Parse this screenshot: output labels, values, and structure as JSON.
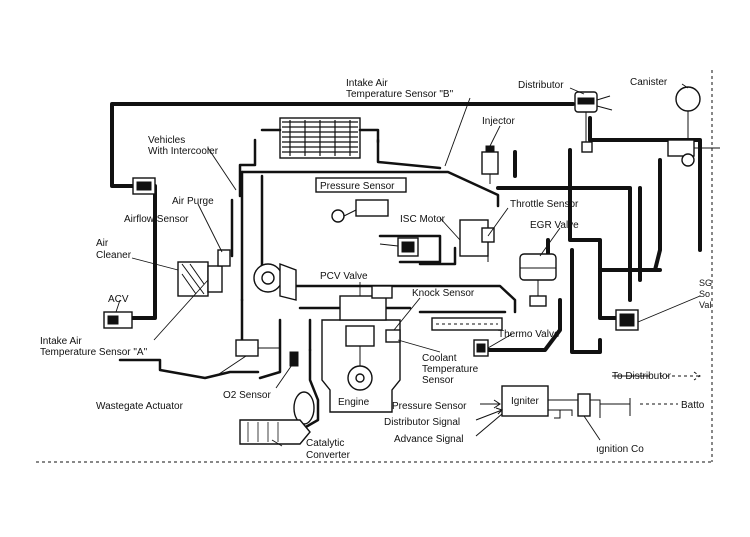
{
  "labels": {
    "intake_air_temp_b_1": "Intake Air",
    "intake_air_temp_b_2": "Temperature Sensor \"B\"",
    "distributor": "Distributor",
    "canister": "Canister",
    "injector": "Injector",
    "vehicles_1": "Vehicles",
    "vehicles_2": "With Intercooler",
    "pressure_sensor_box": "Pressure Sensor",
    "air_purge": "Air Purge",
    "airflow_sensor": "Airflow Sensor",
    "throttle_sensor": "Throttle Sensor",
    "isc_motor": "ISC Motor",
    "egr_valve": "EGR Valve",
    "air_cleaner_1": "Air",
    "air_cleaner_2": "Cleaner",
    "sg_1": "SG",
    "sg_2": "So",
    "sg_3": "Val",
    "pcv_valve": "PCV Valve",
    "knock_sensor": "Knock Sensor",
    "acv": "ACV",
    "thermo_valve": "Thermo Valve",
    "intake_air_temp_a_1": "Intake Air",
    "intake_air_temp_a_2": "Temperature Sensor \"A\"",
    "coolant_1": "Coolant",
    "coolant_2": "Temperature",
    "coolant_3": "Sensor",
    "o2_sensor": "O2 Sensor",
    "to_distributor": "To Distributor",
    "wastegate_actuator": "Wastegate Actuator",
    "engine": "Engine",
    "pressure_sensor_signal": "Pressure Sensor",
    "igniter": "Igniter",
    "battery": "Batto",
    "distributor_signal": "Distributor Signal",
    "advance_signal": "Advance Signal",
    "ignition_coil": "ıgnition Co",
    "catalytic_1": "Catalytic",
    "catalytic_2": "Converter"
  },
  "colors": {
    "ink": "#111111",
    "paper": "#ffffff"
  }
}
